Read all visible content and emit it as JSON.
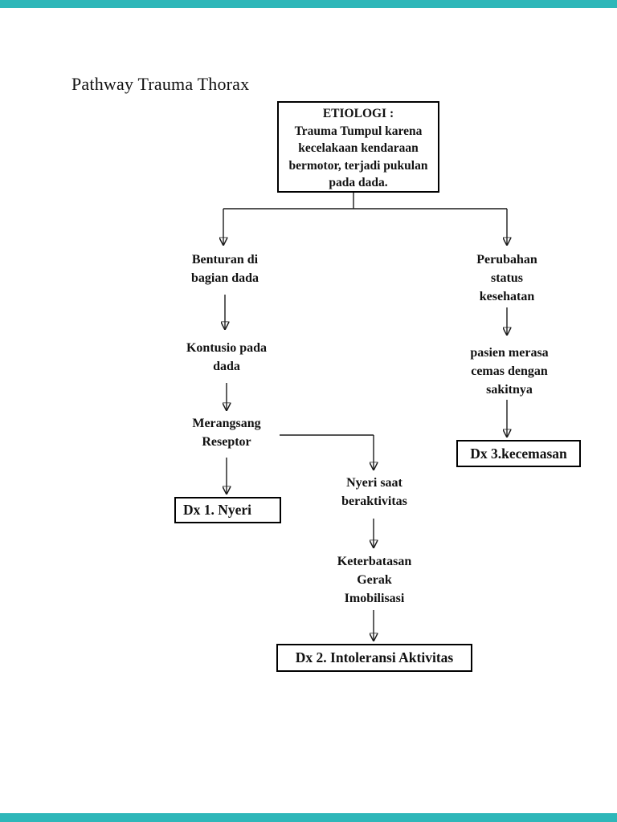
{
  "page": {
    "title": "Pathway Trauma Thorax"
  },
  "colors": {
    "accent_bar": "#2eb7b9",
    "line": "#1c1c1c",
    "text": "#111111",
    "page_bg": "#ffffff"
  },
  "nodes": {
    "etiologi": "ETIOLOGI :\nTrauma Tumpul karena\nkecelakaan kendaraan\nbermotor, terjadi pukulan\npada dada.",
    "benturan": "Benturan di\nbagian dada",
    "kontusio": "Kontusio pada\ndada",
    "merangsang": "Merangsang\nReseptor",
    "dx1": "Dx 1. Nyeri",
    "nyeri_saat": "Nyeri saat\nberaktivitas",
    "keterbatasan": "Keterbatasan\nGerak\nImobilisasi",
    "dx2": "Dx 2. Intoleransi Aktivitas",
    "perubahan": "Perubahan\nstatus\nkesehatan",
    "pasien": "pasien merasa\ncemas dengan\nsakitnya",
    "dx3": "Dx 3.kecemasan"
  }
}
